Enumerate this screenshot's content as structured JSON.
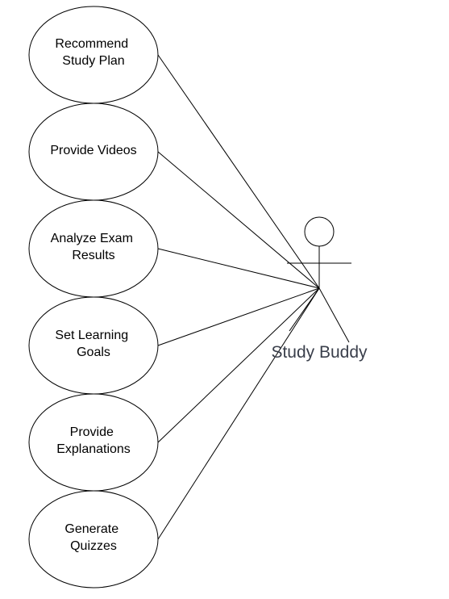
{
  "diagram": {
    "actor": {
      "name": "Study Buddy"
    },
    "use_cases": [
      {
        "lines": [
          "Recommend",
          "Study Plan"
        ]
      },
      {
        "lines": [
          "Provide Videos"
        ]
      },
      {
        "lines": [
          "Analyze Exam",
          "Results"
        ]
      },
      {
        "lines": [
          "Set Learning",
          "Goals"
        ]
      },
      {
        "lines": [
          "Provide",
          "Explanations"
        ]
      },
      {
        "lines": [
          "Generate",
          "Quizzes"
        ]
      }
    ]
  }
}
